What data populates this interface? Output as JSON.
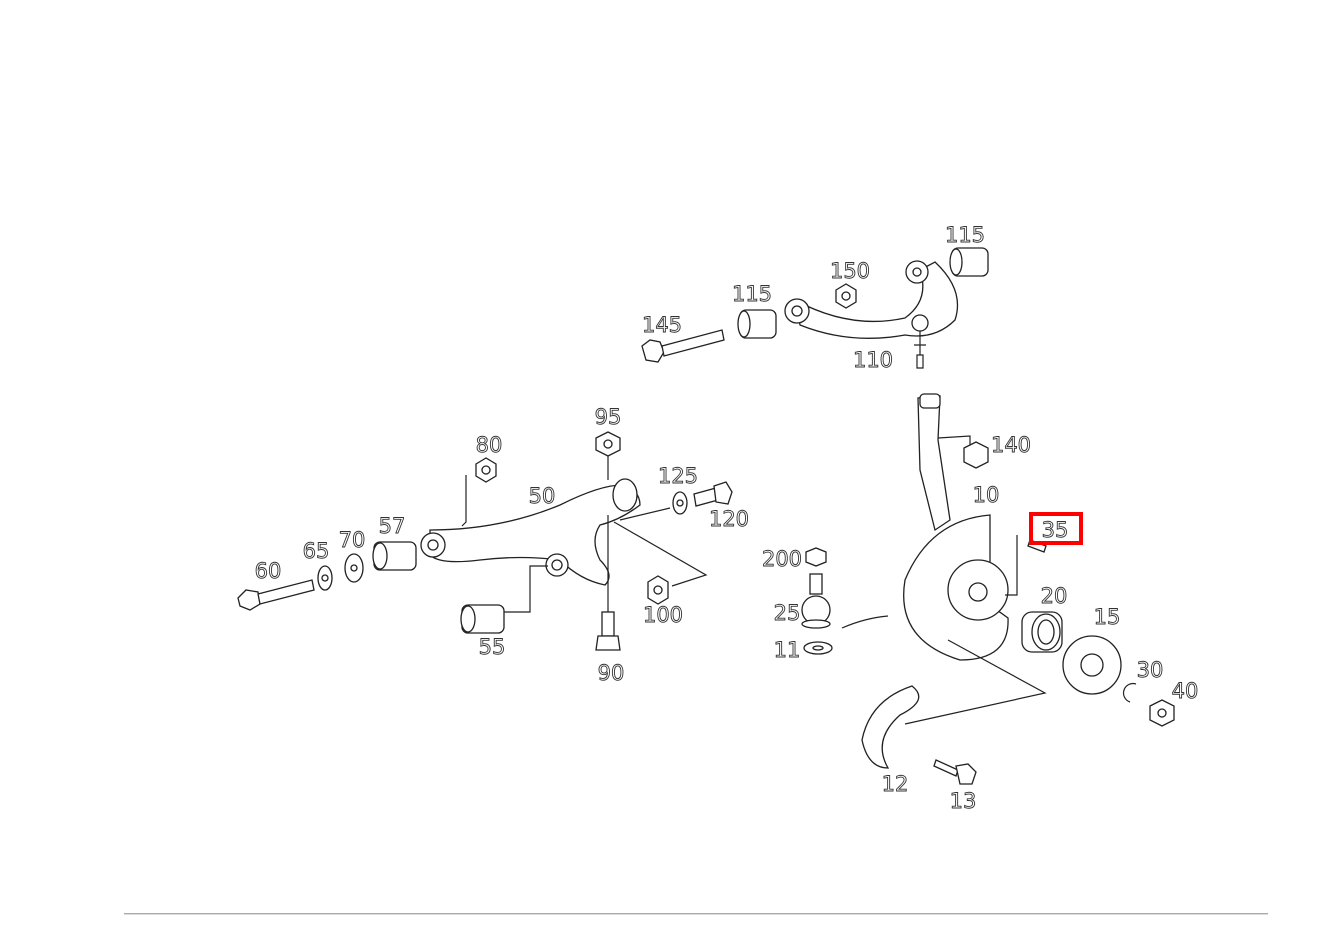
{
  "diagram": {
    "callouts": [
      "115",
      "150",
      "115",
      "145",
      "110",
      "95",
      "80",
      "125",
      "50",
      "120",
      "57",
      "70",
      "65",
      "60",
      "55",
      "90",
      "100",
      "140",
      "10",
      "35",
      "200",
      "25",
      "11",
      "20",
      "15",
      "30",
      "40",
      "12",
      "13"
    ],
    "highlighted_callout": "35",
    "highlight_color": "#ff0000"
  }
}
